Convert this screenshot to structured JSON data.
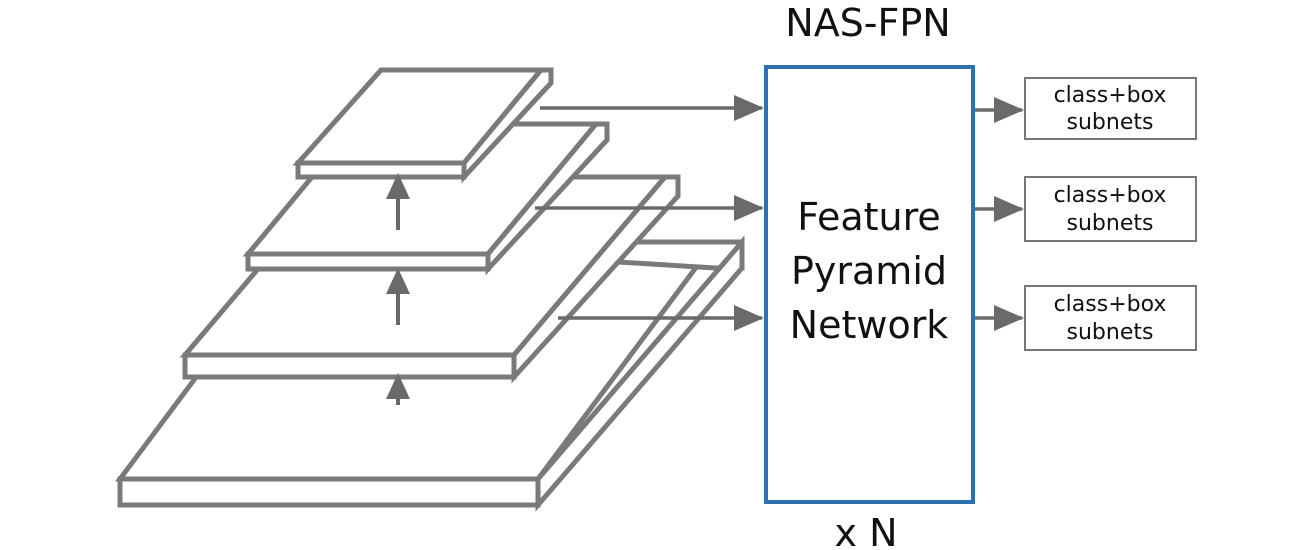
{
  "title": "NAS-FPN",
  "repeat_label": "x N",
  "fpn_block": {
    "lines": [
      "Feature",
      "Pyramid",
      "Network"
    ],
    "border_color": "#2e6fad"
  },
  "heads": [
    {
      "line1": "class+box",
      "line2": "subnets"
    },
    {
      "line1": "class+box",
      "line2": "subnets"
    },
    {
      "line1": "class+box",
      "line2": "subnets"
    }
  ],
  "colors": {
    "layer_stroke": "#7a7a7a",
    "arrow": "#6a6a6a",
    "head_border": "#777777",
    "text": "#111111"
  },
  "pyramid_levels": 4
}
